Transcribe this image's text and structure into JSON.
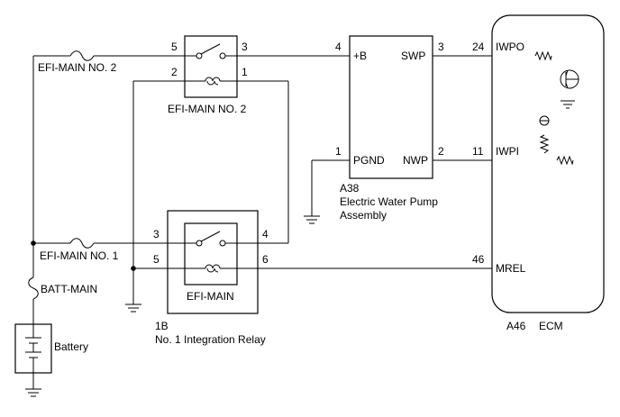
{
  "labels": {
    "efi_main_no2": "EFI-MAIN NO. 2",
    "efi_main_no1": "EFI-MAIN NO. 1",
    "batt_main": "BATT-MAIN",
    "battery": "Battery",
    "relay_no2_name": "EFI-MAIN NO. 2",
    "relay_main_name": "EFI-MAIN",
    "relay_main_code": "1B",
    "relay_main_desc": "No. 1 Integration Relay",
    "pump_code": "A38",
    "pump_desc_1": "Electric Water Pump",
    "pump_desc_2": "Assembly",
    "ecm_code": "A46",
    "ecm_name": "ECM"
  },
  "relay_no2_pins": {
    "p5": "5",
    "p3": "3",
    "p2": "2",
    "p1": "1"
  },
  "relay_main_pins": {
    "p3": "3",
    "p4": "4",
    "p5": "5",
    "p6": "6"
  },
  "pump": {
    "pin_b": "4",
    "term_b": "+B",
    "pin_swp": "3",
    "term_swp": "SWP",
    "pin_pgnd": "1",
    "term_pgnd": "PGND",
    "pin_nwp": "2",
    "term_nwp": "NWP"
  },
  "ecm": {
    "pin_iwpo": "24",
    "term_iwpo": "IWPO",
    "pin_iwpi": "11",
    "term_iwpi": "IWPI",
    "pin_mrel": "46",
    "term_mrel": "MREL"
  }
}
